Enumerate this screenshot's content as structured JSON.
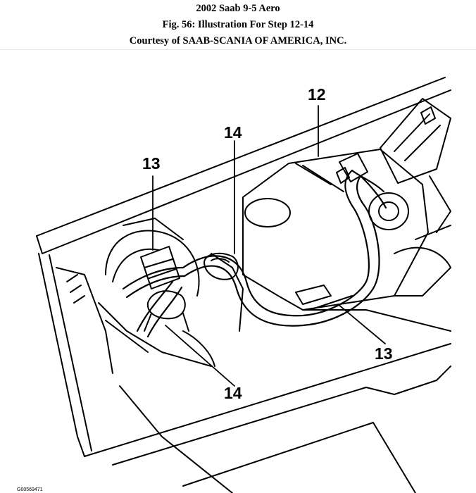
{
  "header": {
    "title": "2002 Saab 9-5 Aero",
    "figure": "Fig. 56: Illustration For Step 12-14",
    "courtesy": "Courtesy of SAAB-SCANIA OF AMERICA, INC."
  },
  "callouts": {
    "c12": "12",
    "c14_top": "14",
    "c13_left": "13",
    "c13_right": "13",
    "c14_bottom": "14"
  },
  "image_code": "G00569471"
}
